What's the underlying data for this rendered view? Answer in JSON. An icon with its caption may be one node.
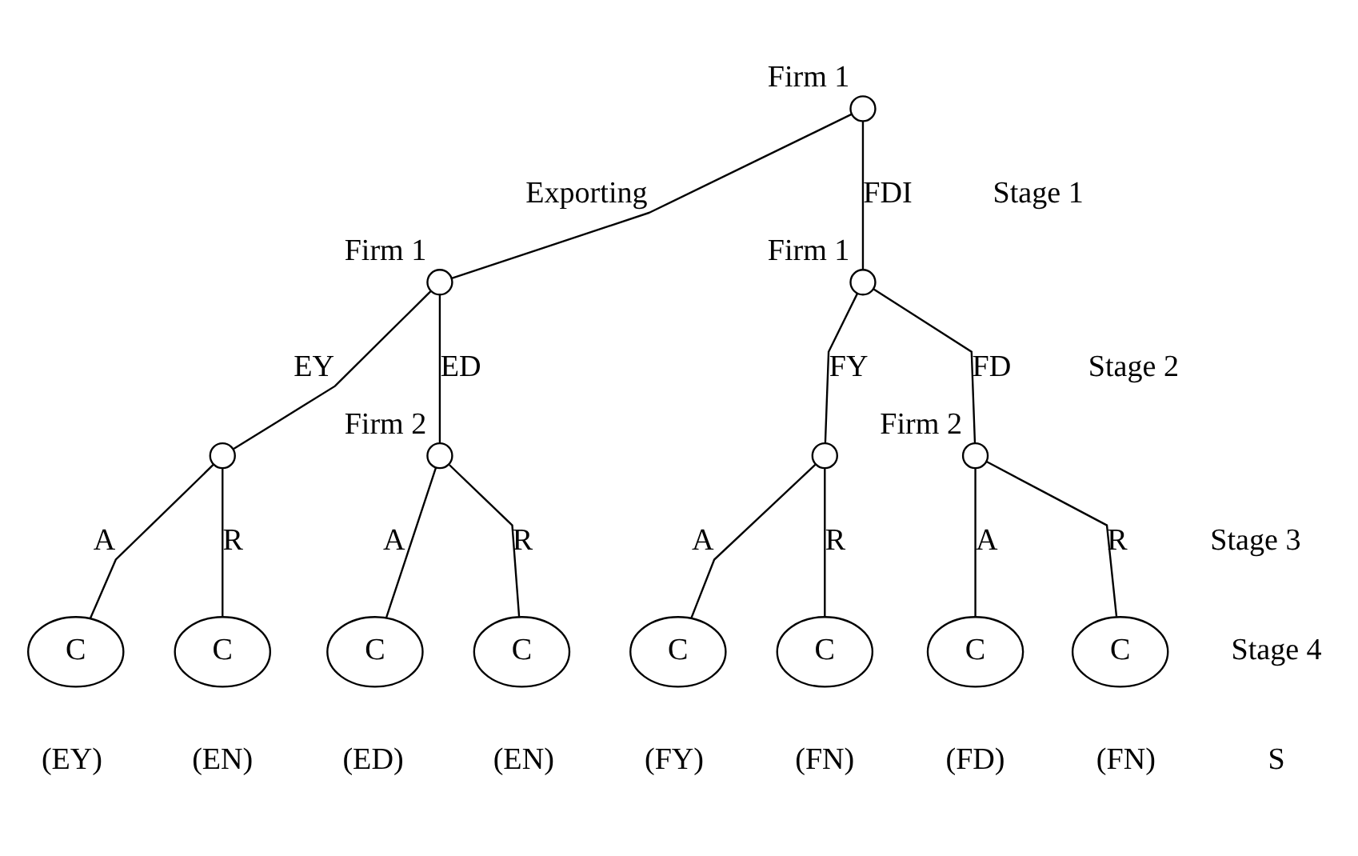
{
  "diagram": {
    "nodes": [
      {
        "text": [],
        "shape": "circle",
        "beside": [
          "Firm 1"
        ]
      },
      {
        "text": [],
        "shape": "circle",
        "beside": [
          "Firm 1"
        ]
      },
      {
        "text": [],
        "shape": "circle",
        "beside": [
          "Firm 1"
        ]
      },
      {
        "text": [],
        "shape": "circle"
      },
      {
        "text": [],
        "shape": "circle",
        "beside": [
          "Firm 2"
        ]
      },
      {
        "text": [],
        "shape": "circle"
      },
      {
        "text": [],
        "shape": "circle",
        "beside": [
          "Firm 2"
        ]
      },
      {
        "text": [
          "C"
        ],
        "beside": [
          "(EY)"
        ]
      },
      {
        "text": [
          "C"
        ],
        "beside": [
          "(EN)"
        ]
      },
      {
        "text": [
          "C"
        ],
        "beside": [
          "(ED)"
        ]
      },
      {
        "text": [
          "C"
        ],
        "beside": [
          "(EN)"
        ]
      },
      {
        "text": [
          "C"
        ],
        "beside": [
          "(FY)"
        ]
      },
      {
        "text": [
          "C"
        ],
        "beside": [
          "(FN)"
        ]
      },
      {
        "text": [
          "C"
        ],
        "beside": [
          "(FD)"
        ]
      },
      {
        "text": [
          "C"
        ],
        "beside": [
          "(FN)"
        ]
      }
    ],
    "edges": [
      {
        "from": 0,
        "to": 1,
        "arrow": "none",
        "label": "Exporting"
      },
      {
        "from": 0,
        "to": 2,
        "arrow": "none",
        "label": "FDI"
      },
      {
        "from": 1,
        "to": 3,
        "arrow": "none",
        "label": "EY"
      },
      {
        "from": 1,
        "to": 4,
        "arrow": "none",
        "label": "ED"
      },
      {
        "from": 2,
        "to": 5,
        "arrow": "none",
        "label": "FY"
      },
      {
        "from": 2,
        "to": 6,
        "arrow": "none",
        "label": "FD"
      },
      {
        "from": 3,
        "to": 7,
        "arrow": "none",
        "label": "A"
      },
      {
        "from": 3,
        "to": 8,
        "arrow": "none",
        "label": "R"
      },
      {
        "from": 4,
        "to": 9,
        "arrow": "none",
        "label": "A"
      },
      {
        "from": 4,
        "to": 10,
        "arrow": "none",
        "label": "R"
      },
      {
        "from": 5,
        "to": 11,
        "arrow": "none",
        "label": "A"
      },
      {
        "from": 5,
        "to": 12,
        "arrow": "none",
        "label": "R"
      },
      {
        "from": 6,
        "to": 13,
        "arrow": "none",
        "label": "A"
      },
      {
        "from": 6,
        "to": 14,
        "arrow": "none",
        "label": "R"
      }
    ],
    "labels": [
      "Stage 1",
      "Stage 2",
      "Stage 3",
      "Stage 4",
      "S"
    ]
  }
}
